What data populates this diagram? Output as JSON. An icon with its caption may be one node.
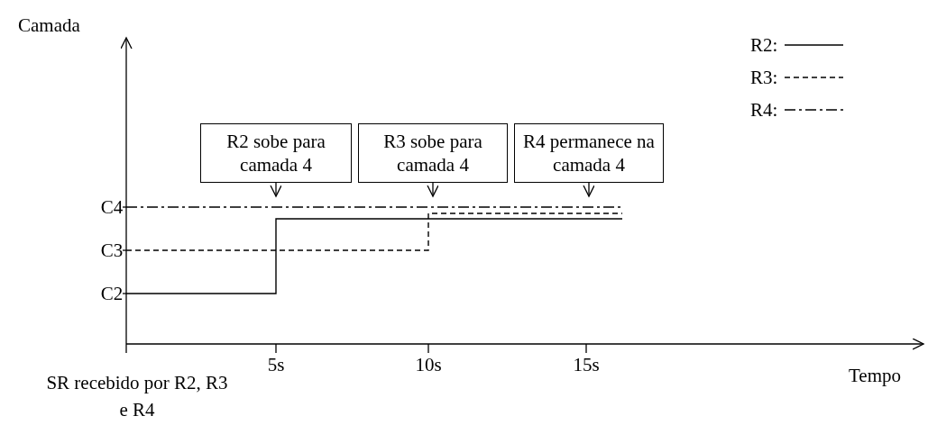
{
  "diagram": {
    "nodes": [
      {
        "text": [
          "R2 sobe para camada 4"
        ]
      },
      {
        "text": [
          "R3 sobe para camada 4"
        ]
      },
      {
        "text": [
          "R4 permanece na camada 4"
        ]
      }
    ],
    "edges": [
      {
        "from": 0,
        "to": null,
        "arrow": "to"
      },
      {
        "from": 1,
        "to": null,
        "arrow": "to"
      },
      {
        "from": 2,
        "to": null,
        "arrow": "to"
      }
    ],
    "labels": [
      "Camada",
      "C4",
      "C3",
      "C2",
      "SR recebido por R2, R3 e R4",
      "5s",
      "10s",
      "15s",
      "Tempo"
    ],
    "legend": [
      {
        "text": "R2:"
      },
      {
        "text": "R3:"
      },
      {
        "text": "R4:"
      }
    ]
  }
}
